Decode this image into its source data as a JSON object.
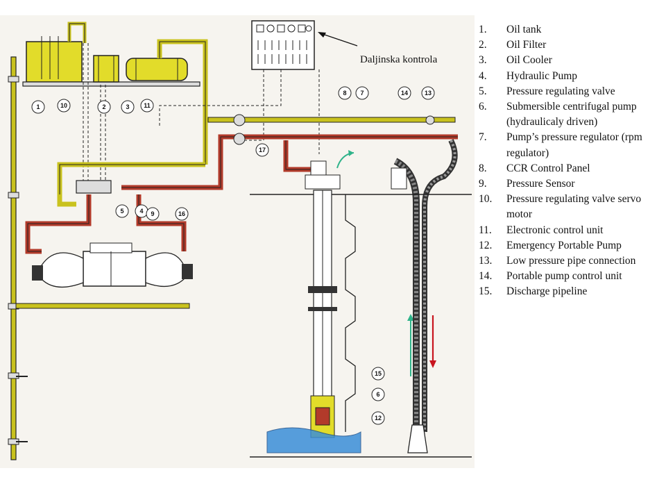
{
  "callout": {
    "label": "Daljinska kontrola"
  },
  "legend": [
    {
      "number": "1.",
      "label": "Oil tank"
    },
    {
      "number": "2.",
      "label": "Oil Filter"
    },
    {
      "number": "3.",
      "label": "Oil Cooler"
    },
    {
      "number": "4.",
      "label": "Hydraulic Pump"
    },
    {
      "number": "5.",
      "label": "Pressure regulating valve"
    },
    {
      "number": "6.",
      "label": "Submersible centrifugal pump (hydraulicaly driven)"
    },
    {
      "number": "7.",
      "label": "Pump’s pressure regulator (rpm regulator)"
    },
    {
      "number": "8.",
      "label": "CCR Control Panel"
    },
    {
      "number": "9.",
      "label": "Pressure Sensor"
    },
    {
      "number": "10.",
      "label": "Pressure regulating valve servo motor"
    },
    {
      "number": "11.",
      "label": "Electronic control unit"
    },
    {
      "number": "12.",
      "label": "Emergency Portable Pump"
    },
    {
      "number": "13.",
      "label": "Low pressure pipe connection"
    },
    {
      "number": "14.",
      "label": "Portable pump control unit"
    },
    {
      "number": "15.",
      "label": "Discharge pipeline"
    }
  ],
  "diagram_markers": [
    "1",
    "2",
    "3",
    "4",
    "5",
    "6",
    "7",
    "8",
    "9",
    "10",
    "11",
    "12",
    "13",
    "14",
    "15",
    "16",
    "17"
  ],
  "colors": {
    "yellow_line": "#c9c21e",
    "red_line": "#b23a2a",
    "tank_fill": "#e2dc2a",
    "outline": "#222222",
    "water": "#3b8fd8",
    "arrow_green": "#2fb38a",
    "arrow_red": "#c8141e"
  }
}
